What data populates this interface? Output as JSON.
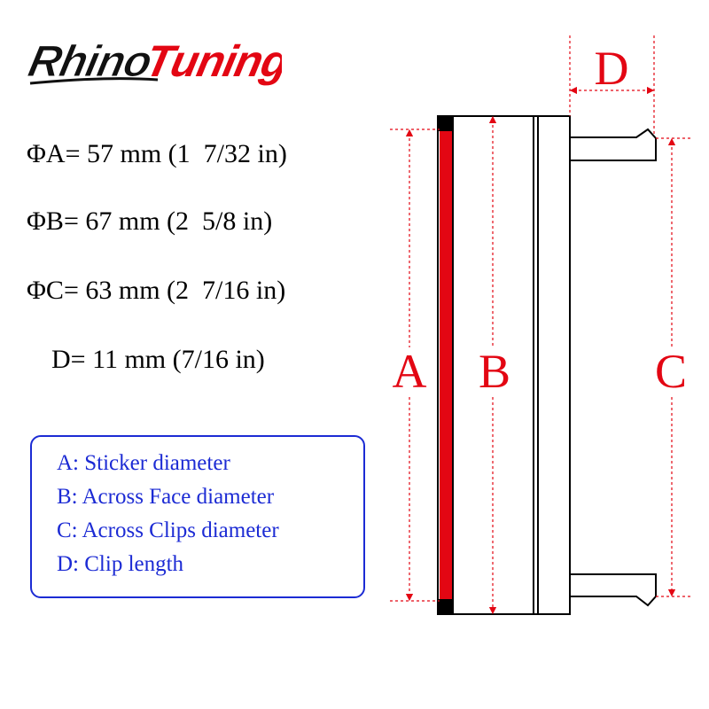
{
  "brand": {
    "logo_part1": "Rhino",
    "logo_part2": "Tuning",
    "color_part1": "#111111",
    "color_part2": "#e30613"
  },
  "specs": [
    {
      "label": "ΦA= 57 mm (1  7/32 in)"
    },
    {
      "label": "ΦB= 67 mm (2  5/8 in)"
    },
    {
      "label": "ΦC= 63 mm (2  7/16 in)"
    },
    {
      "label": "D= 11 mm (7/16 in)"
    }
  ],
  "legend": {
    "items": [
      "A: Sticker diameter",
      "B: Across Face diameter",
      "C: Across Clips diameter",
      "D: Clip length"
    ],
    "border_color": "#1c2bd4",
    "text_color": "#1c2bd4"
  },
  "diagram": {
    "label_a": "A",
    "label_b": "B",
    "label_c": "C",
    "label_d": "D",
    "accent_color": "#e30613",
    "sticker_color": "#e30613"
  }
}
